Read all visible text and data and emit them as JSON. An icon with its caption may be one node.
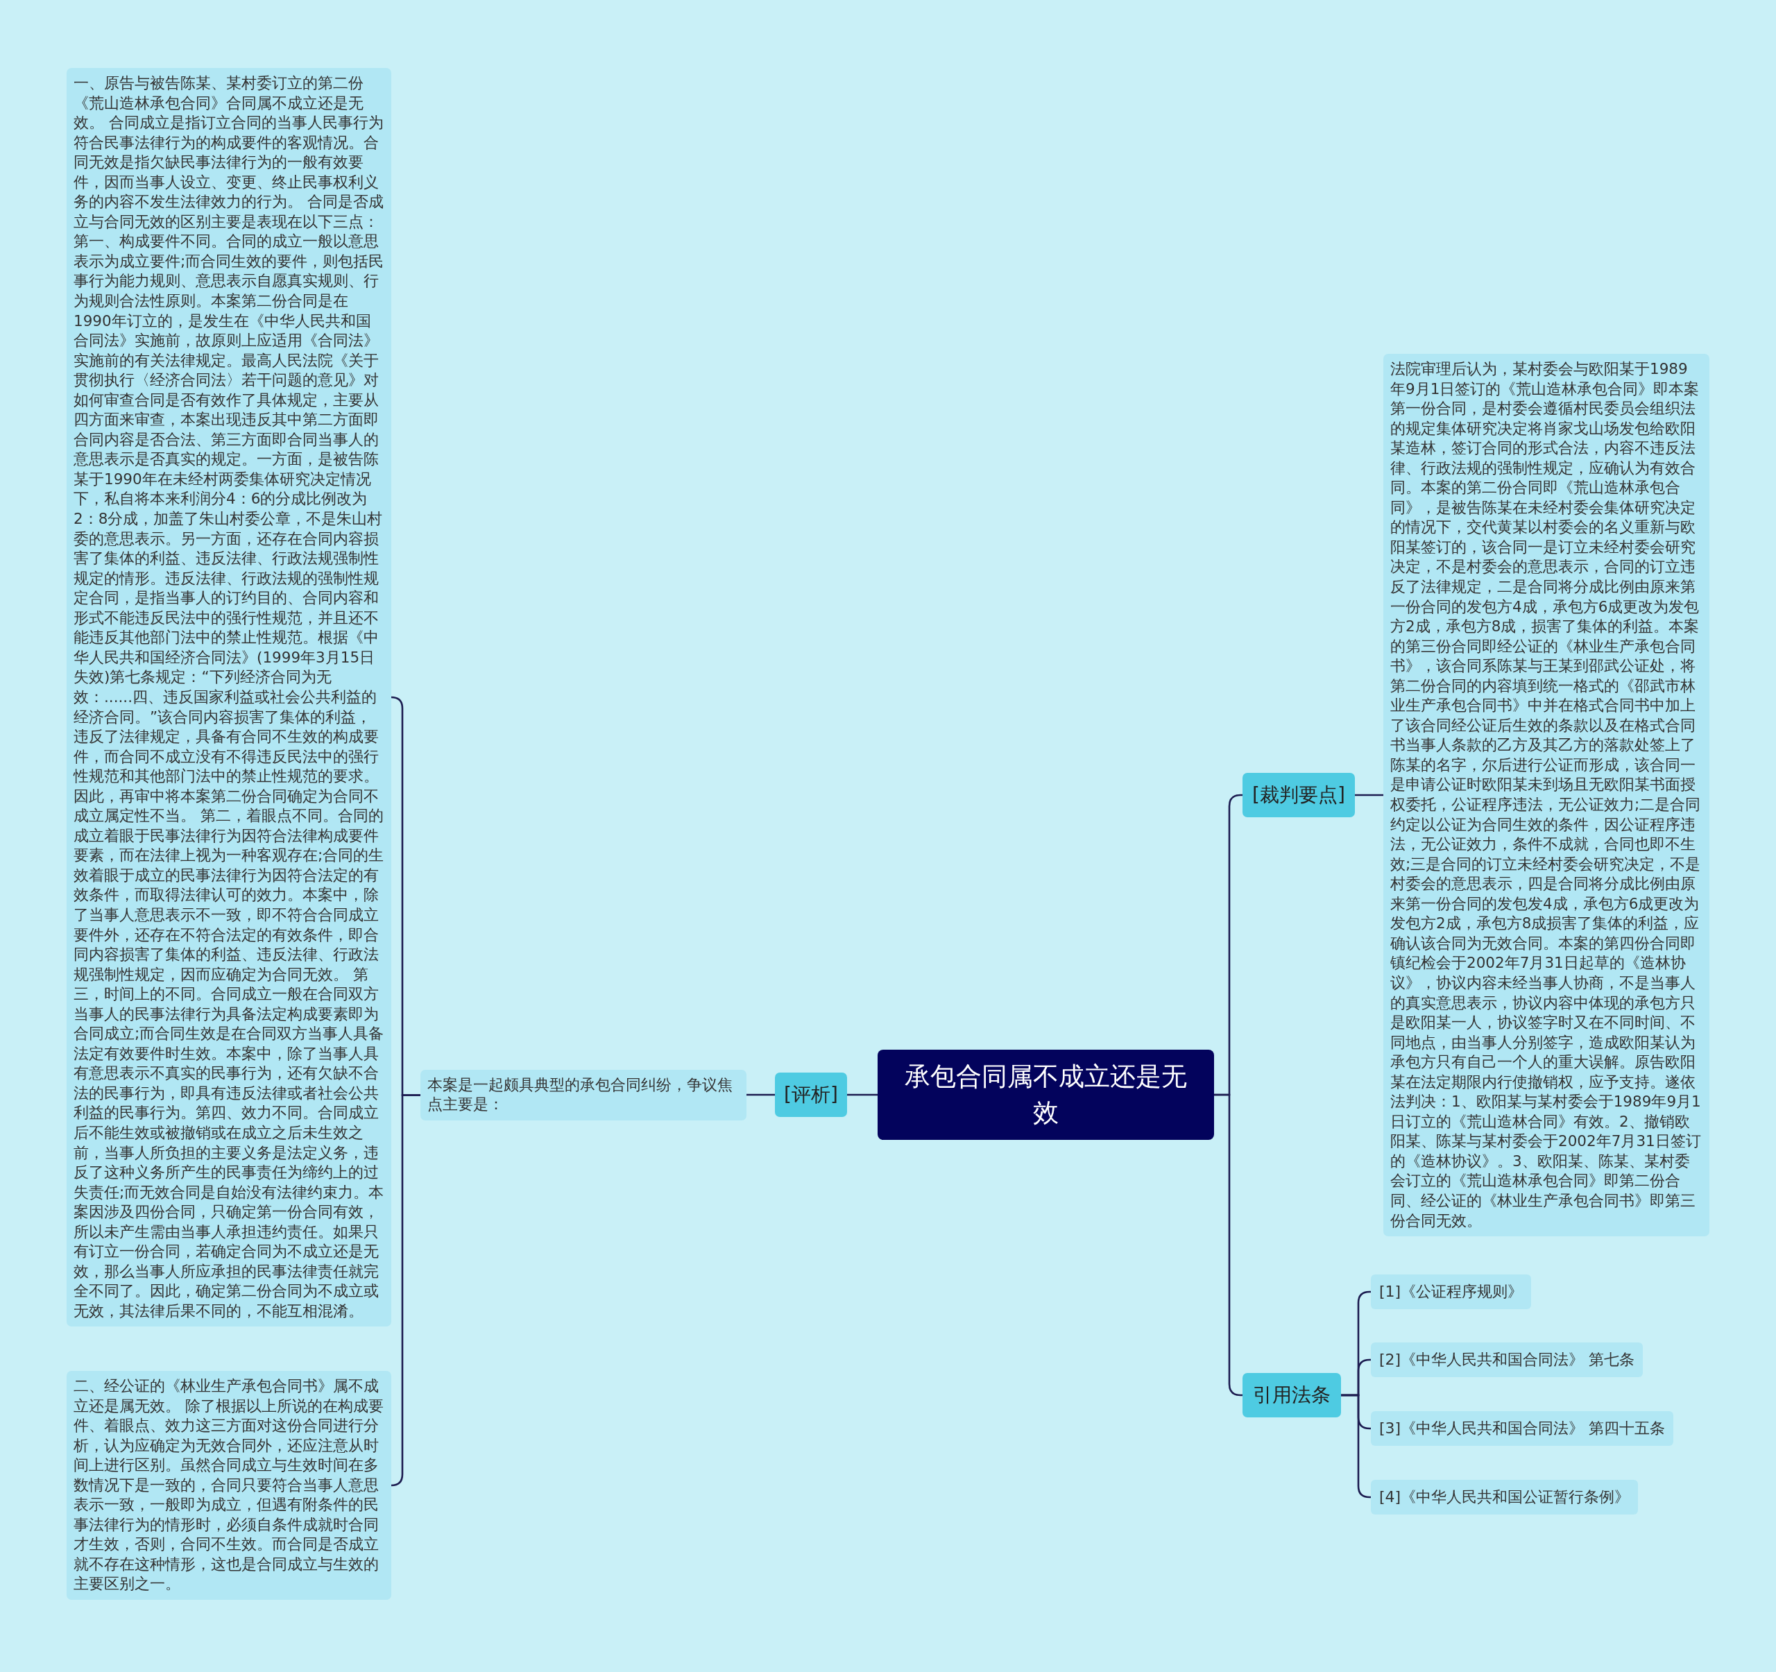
{
  "diagram": {
    "nodes": [
      {
        "text": [
          "承包合同属不成立还是无效"
        ]
      },
      {
        "text": [
          "[评析]"
        ]
      },
      {
        "text": [
          "本案是一起颇具典型的承包合同纠纷，争议焦点主要是："
        ]
      },
      {
        "text": [
          "一、原告与被告陈某、某村委订立的第二份《荒山造林承包合同》合同属不成立还是无效。 合同成立是指订立合同的当事人民事行为符合民事法律行为的构成要件的客观情况。合同无效是指欠缺民事法律行为的一般有效要件，因而当事人设立、变更、终止民事权利义务的内容不发生法律效力的行为。 合同是否成立与合同无效的区别主要是表现在以下三点：第一、构成要件不同。合同的成立一般以意思表示为成立要件;而合同生效的要件，则包括民事行为能力规则、意思表示自愿真实规则、行为规则合法性原则。本案第二份合同是在1990年订立的，是发生在《中华人民共和国合同法》实施前，故原则上应适用《合同法》实施前的有关法律规定。最高人民法院《关于贯彻执行〈经济合同法〉若干问题的意见》对如何审查合同是否有效作了具体规定，主要从四方面来审查，本案出现违反其中第二方面即合同内容是否合法、第三方面即合同当事人的意思表示是否真实的规定。一方面，是被告陈某于1990年在未经村两委集体研究决定情况下，私自将本来利润分4：6的分成比例改为2：8分成，加盖了朱山村委公章，不是朱山村委的意思表示。另一方面，还存在合同内容损害了集体的利益、违反法律、行政法规强制性规定的情形。违反法律、行政法规的强制性规定合同，是指当事人的订约目的、合同内容和形式不能违反民法中的强行性规范，并且还不能违反其他部门法中的禁止性规范。根据《中华人民共和国经济合同法》(1999年3月15日失效)第七条规定：“下列经济合同为无效：......四、违反国家利益或社会公共利益的经济合同。”该合同内容损害了集体的利益，违反了法律规定，具备有合同不生效的构成要件，而合同不成立没有不得违反民法中的强行性规范和其他部门法中的禁止性规范的要求。因此，再审中将本案第二份合同确定为合同不成立属定性不当。 第二，着眼点不同。合同的成立着眼于民事法律行为因符合法律构成要件要素，而在法律上视为一种客观存在;合同的生效着眼于成立的民事法律行为因符合法定的有效条件，而取得法律认可的效力。本案中，除了当事人意思表示不一致，即不符合合同成立要件外，还存在不符合法定的有效条件，即合同内容损害了集体的利益、违反法律、行政法规强制性规定，因而应确定为合同无效。 第三，时间上的不同。合同成立一般在合同双方当事人的民事法律行为具备法定构成要素即为合同成立;而合同生效是在合同双方当事人具备法定有效要件时生效。本案中，除了当事人具有意思表示不真实的民事行为，还有欠缺不合法的民事行为，即具有违反法律或者社会公共利益的民事行为。第四、效力不同。合同成立后不能生效或被撤销或在成立之后未生效之前，当事人所负担的主要义务是法定义务，违反了这种义务所产生的民事责任为缔约上的过失责任;而无效合同是自始没有法律约束力。本案因涉及四份合同，只确定第一份合同有效，所以未产生需由当事人承担违约责任。如果只有订立一份合同，若确定合同为不成立还是无效，那么当事人所应承担的民事法律责任就完全不同了。因此，确定第二份合同为不成立或无效，其法律后果不同的，不能互相混淆。"
        ]
      },
      {
        "text": [
          "二、经公证的《林业生产承包合同书》属不成立还是属无效。 除了根据以上所说的在构成要件、着眼点、效力这三方面对这份合同进行分析，认为应确定为无效合同外，还应注意从时间上进行区别。虽然合同成立与生效时间在多数情况下是一致的，合同只要符合当事人意思表示一致，一般即为成立，但遇有附条件的民事法律行为的情形时，必须自条件成就时合同才生效，否则，合同不生效。而合同是否成立就不存在这种情形，这也是合同成立与生效的主要区别之一。"
        ]
      },
      {
        "text": [
          "[裁判要点]"
        ]
      },
      {
        "text": [
          "法院审理后认为，某村委会与欧阳某于1989年9月1日签订的《荒山造林承包合同》即本案第一份合同，是村委会遵循村民委员会组织法的规定集体研究决定将肖家戈山场发包给欧阳某造林，签订合同的形式合法，内容不违反法律、行政法规的强制性规定，应确认为有效合同。本案的第二份合同即《荒山造林承包合同》，是被告陈某在未经村委会集体研究决定的情况下，交代黄某以村委会的名义重新与欧阳某签订的，该合同一是订立未经村委会研究决定，不是村委会的意思表示，合同的订立违反了法律规定，二是合同将分成比例由原来第一份合同的发包方4成，承包方6成更改为发包方2成，承包方8成，损害了集体的利益。本案的第三份合同即经公证的《林业生产承包合同书》，该合同系陈某与王某到邵武公证处，将第二份合同的内容填到统一格式的《邵武市林业生产承包合同书》中并在格式合同书中加上了该合同经公证后生效的条款以及在格式合同书当事人条款的乙方及其乙方的落款处签上了陈某的名字，尔后进行公证而形成，该合同一是申请公证时欧阳某未到场且无欧阳某书面授权委托，公证程序违法，无公证效力;二是合同约定以公证为合同生效的条件，因公证程序违法，无公证效力，条件不成就，合同也即不生效;三是合同的订立未经村委会研究决定，不是村委会的意思表示，四是合同将分成比例由原来第一份合同的发包发4成，承包方6成更改为发包方2成，承包方8成损害了集体的利益，应确认该合同为无效合同。本案的第四份合同即镇纪检会于2002年7月31日起草的《造林协议》，协议内容未经当事人协商，不是当事人的真实意思表示，协议内容中体现的承包方只是欧阳某一人，协议签字时又在不同时间、不同地点，由当事人分别签字，造成欧阳某认为承包方只有自己一个人的重大误解。原告欧阳某在法定期限内行使撤销权，应予支持。遂依法判决：1、欧阳某与某村委会于1989年9月1日订立的《荒山造林合同》有效。2、撤销欧阳某、陈某与某村委会于2002年7月31日签订的《造林协议》。3、欧阳某、陈某、某村委会订立的《荒山造林承包合同》即第二份合同、经公证的《林业生产承包合同书》即第三份合同无效。"
        ]
      },
      {
        "text": [
          "引用法条"
        ]
      },
      {
        "text": [
          "[1]《公证程序规则》"
        ]
      },
      {
        "text": [
          "[2]《中华人民共和国合同法》 第七条"
        ]
      },
      {
        "text": [
          "[3]《中华人民共和国合同法》 第四十五条"
        ]
      },
      {
        "text": [
          "[4]《中华人民共和国公证暂行条例》"
        ]
      }
    ],
    "edges": [
      {
        "from": 0,
        "to": 1,
        "arrow": "none"
      },
      {
        "from": 1,
        "to": 2,
        "arrow": "none"
      },
      {
        "from": 2,
        "to": 3,
        "arrow": "none"
      },
      {
        "from": 2,
        "to": 4,
        "arrow": "none"
      },
      {
        "from": 0,
        "to": 5,
        "arrow": "none"
      },
      {
        "from": 5,
        "to": 6,
        "arrow": "none"
      },
      {
        "from": 0,
        "to": 7,
        "arrow": "none"
      },
      {
        "from": 7,
        "to": 8,
        "arrow": "none"
      },
      {
        "from": 7,
        "to": 9,
        "arrow": "none"
      },
      {
        "from": 7,
        "to": 10,
        "arrow": "none"
      },
      {
        "from": 7,
        "to": 11,
        "arrow": "none"
      }
    ]
  }
}
